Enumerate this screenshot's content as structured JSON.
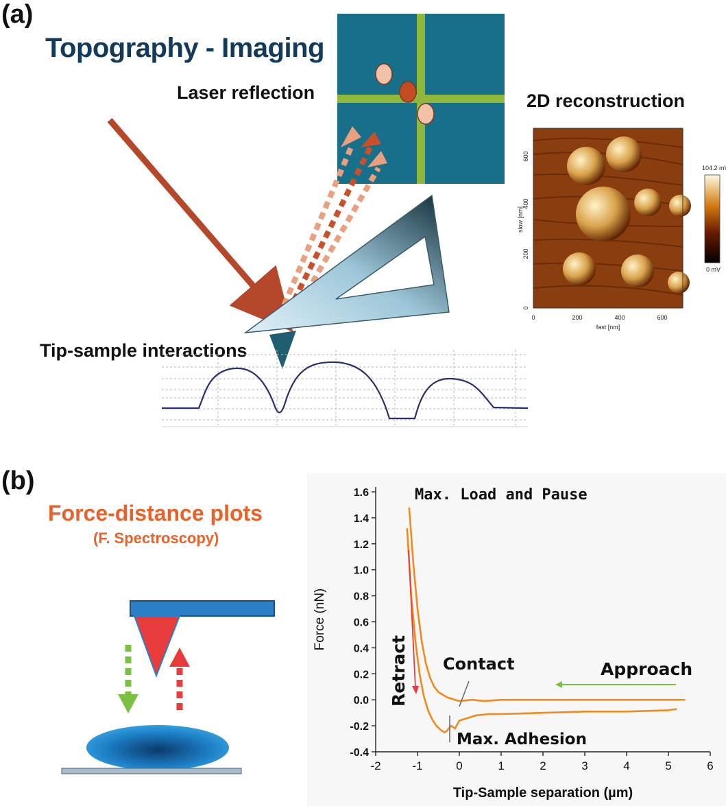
{
  "panel_a": {
    "label": "(a)",
    "title": "Topography - Imaging",
    "laser_label": "Laser reflection",
    "recon_label": "2D reconstruction",
    "tip_label": "Tip-sample interactions",
    "afm_image": {
      "y_axis_label": "slow [nm]",
      "x_axis_label": "fast [nm]",
      "x_ticks": [
        "0",
        "200",
        "400",
        "600"
      ],
      "y_ticks": [
        "0",
        "200",
        "400",
        "600"
      ],
      "colorbar_max": "104.2 mV",
      "colorbar_min": "0 mV"
    },
    "colors": {
      "detector_bg": "#186f8a",
      "detector_cross": "#8fb83a",
      "laser_arrow": "#b5482a"
    }
  },
  "panel_b": {
    "label": "(b)",
    "title": "Force-distance plots",
    "subtitle": "(F. Spectroscopy)",
    "annotations": {
      "max_load": "Max. Load and Pause",
      "contact": "Contact",
      "approach": "Approach",
      "retract": "Retract",
      "max_adhesion": "Max. Adhesion"
    }
  },
  "chart_data": {
    "type": "line",
    "xlabel": "Tip-Sample separation (µm)",
    "ylabel": "Force (nN)",
    "xlim": [
      -2,
      6
    ],
    "ylim": [
      -0.4,
      1.6
    ],
    "x_ticks": [
      "-2",
      "-1",
      "0",
      "1",
      "2",
      "3",
      "4",
      "5",
      "6"
    ],
    "y_ticks": [
      "-0.4",
      "-0.2",
      "0.0",
      "0.2",
      "0.4",
      "0.6",
      "0.8",
      "1.0",
      "1.2",
      "1.4",
      "1.6"
    ],
    "color": "#f08a1e",
    "series": [
      {
        "x": [
          -1.2,
          -1.1,
          -1.0,
          -0.9,
          -0.8,
          -0.7,
          -0.6,
          -0.5,
          -0.4,
          -0.3,
          -0.2,
          -0.1,
          0.0,
          0.3,
          0.6,
          1.0,
          2.0,
          3.0,
          4.0,
          5.0,
          5.4
        ],
        "y": [
          1.48,
          1.05,
          0.7,
          0.45,
          0.28,
          0.17,
          0.1,
          0.06,
          0.04,
          0.02,
          0.01,
          0.0,
          -0.01,
          0.0,
          -0.01,
          0.0,
          0.0,
          0.0,
          0.0,
          0.0,
          0.0
        ]
      },
      {
        "x": [
          -1.25,
          -1.15,
          -1.05,
          -0.95,
          -0.85,
          -0.75,
          -0.65,
          -0.55,
          -0.45,
          -0.35,
          -0.3,
          -0.2,
          -0.1,
          0.0,
          0.2,
          0.4,
          0.7,
          1.0,
          2.0,
          3.0,
          4.0,
          5.0,
          5.2
        ],
        "y": [
          1.32,
          0.8,
          0.45,
          0.2,
          0.03,
          -0.08,
          -0.15,
          -0.2,
          -0.23,
          -0.25,
          -0.24,
          -0.2,
          -0.22,
          -0.16,
          -0.14,
          -0.12,
          -0.11,
          -0.11,
          -0.1,
          -0.09,
          -0.09,
          -0.08,
          -0.07
        ]
      }
    ]
  }
}
